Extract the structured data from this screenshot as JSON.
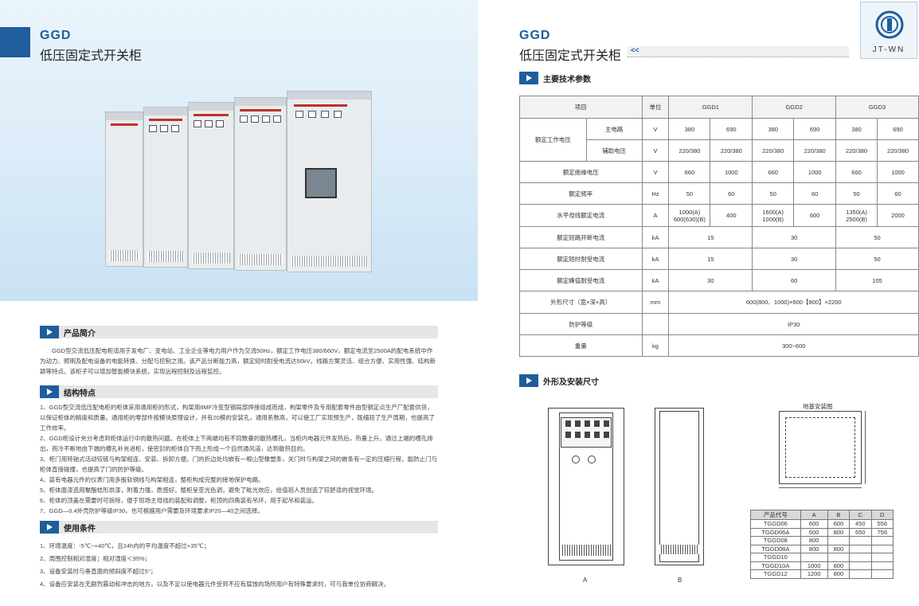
{
  "left": {
    "brand": "GGD",
    "title": "低压固定式开关柜",
    "sections": [
      {
        "title": "产品简介"
      },
      {
        "title": "结构特点"
      },
      {
        "title": "使用条件"
      }
    ],
    "intro": "GGD型交流低压配电柜适用于发电厂、变电站、工业企业等电力用户作为交流50Hz，额定工作电压380/660V，额定电流至2500A的配电系统中作为动力、照明及配电设备的电能转换、分配与控制之用。该产品分断能力高，额定短时耐受电流达50kV。线路方案灵活、组合方便、实用性强、结构新颖等特点。该柜子可以增加智能模块系统，实现远程控制及远程监控。",
    "features": [
      "1、GGD型交流低压配电柜的柜体采用通用柜的形式，构架用8MF冷变型钢局部焊接组成而成，构架零件及专用配套零件由型钢定点生产厂配套供货，以保证柜体的精度和质量。通用柜的零部件按模块原理设计，并有20模的安装孔，通用系数高，可以使工厂实现预生产，既缩短了生产周期，也提高了工作效率。",
      "2、GGD柜设计充分考虑到柜体运行中的散热问题。在柜体上下两端均有不同数量的散热槽孔，当柜内电器元件发热后，热量上升。通过上端的槽孔排出，而冷不断地由下端的槽孔补充进柜，使密封的柜体自下而上形成一个自然通风道，达到散热目的。",
      "3、柜门用转轴式活动铰链与构架相连、安装、拆卸方便。门的折边处均嵌有一根山型橡塑条，关门时与构架之间的嵌条有一定的压缩行程，能防止门与柜体直接碰撞，也提高了门的防护等级。",
      "4、装有电器元件的仪表门用多股软铜线与构架相连，整柜构成完整的接地保护电路。",
      "5、柜体面漆选用聚酯桔形烘漆，附着力强，质感好。整柜呈亚光色调，避免了眩光效应，给值班人员创造了较舒适的视觉环境。",
      "6、柜体的顶盖在需要时可拆除，便于现场主母线的装配和调整，柜顶的四角装有吊环，用于起吊和装运。",
      "7、GGD—0.4外壳防护等级IP30，也可根据用户需要及环境要求IP20—40之间选择。"
    ],
    "conditions": [
      "1、环境温度：-5℃~+40℃，且24h内的平均温度不超过+35℃；",
      "2、周围控制相对湿度；相对湿度＜95%；",
      "3、设备安装时与垂直面的倾斜度不超过5°；",
      "4、设备应安装在无剧烈震动和冲击的地方，以及不足以使电器元件受到不应有腐蚀的场所用户有特殊要求时，可与我单位协商解决。"
    ]
  },
  "right": {
    "brand": "GGD",
    "title": "低压固定式开关柜",
    "arrow": "<<",
    "logo_text": "JT-WN",
    "sec1": "主要技术参数",
    "sec2": "外形及安装尺寸",
    "table": {
      "h_item": "项目",
      "h_unit": "单位",
      "h_g1": "GGD1",
      "h_g2": "GGD2",
      "h_g3": "GGD3",
      "r1_label": "额定工作电压",
      "r1a": "主电路",
      "r1b": "辅助电压",
      "u_v": "V",
      "r1a_vals": [
        "380",
        "690",
        "380",
        "690",
        "380",
        "690"
      ],
      "r1b_vals": [
        "220/380",
        "220/380",
        "220/380",
        "220/380",
        "220/380",
        "220/380"
      ],
      "r2_label": "额定绝缘电压",
      "r2_vals": [
        "660",
        "1000",
        "660",
        "1000",
        "660",
        "1000"
      ],
      "r3_label": "额定频率",
      "u_hz": "Hz",
      "r3_vals": [
        "50",
        "60",
        "50",
        "60",
        "50",
        "60"
      ],
      "r4_label": "水平母线额定电流",
      "u_a": "A",
      "r4_vals": [
        "1000(A)\n600(630)(B)",
        "400",
        "1600(A)\n1000(B)",
        "600",
        "1350(A)\n2500(B)",
        "2000"
      ],
      "r5_label": "额定短路开断电流",
      "u_ka": "kA",
      "r5_vals": [
        "15",
        "30",
        "50"
      ],
      "r6_label": "额定短时耐受电流",
      "r6_vals": [
        "15",
        "30",
        "50"
      ],
      "r7_label": "额定峰值耐受电流",
      "r7_vals": [
        "30",
        "60",
        "105"
      ],
      "r8_label": "外形尺寸（宽×深×高）",
      "u_mm": "mm",
      "r8_val": "600(800、1000)×600【800】×2200",
      "r9_label": "防护等级",
      "r9_val": "IP30",
      "r10_label": "重量",
      "u_kg": "kg",
      "r10_val": "300~600"
    },
    "drawings": {
      "a": "A",
      "b": "B",
      "c_title": "地基安装图"
    },
    "dim_table": {
      "headers": [
        "产品代号",
        "A",
        "B",
        "C",
        "D"
      ],
      "rows": [
        [
          "TGGD06",
          "600",
          "600",
          "450",
          "556"
        ],
        [
          "TGGD06A",
          "600",
          "800",
          "650",
          "756"
        ],
        [
          "TGGD08",
          "800",
          "",
          "",
          ""
        ],
        [
          "TGGD08A",
          "800",
          "800",
          "",
          ""
        ],
        [
          "TGGD10",
          "",
          "",
          "",
          ""
        ],
        [
          "TGGD10A",
          "1000",
          "800",
          "",
          ""
        ],
        [
          "TGGD12",
          "1200",
          "800",
          "",
          ""
        ]
      ]
    }
  }
}
